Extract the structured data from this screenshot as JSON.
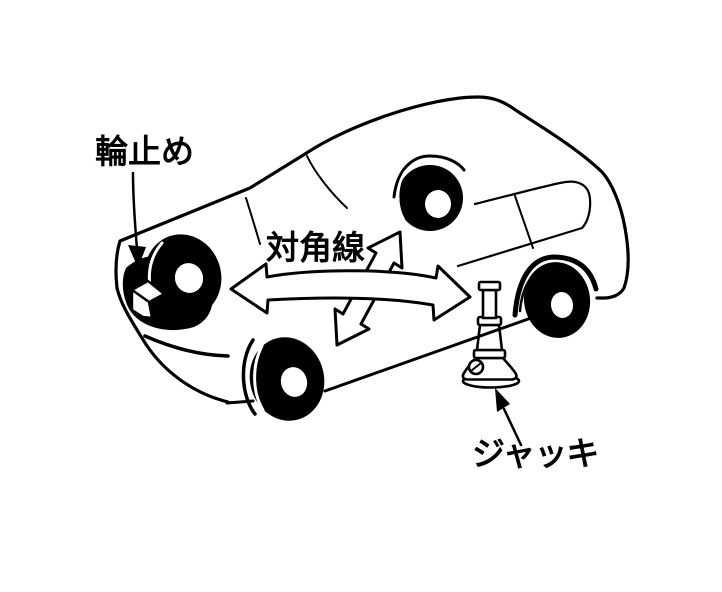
{
  "page": {
    "background_color": "#ffffff",
    "ink_color": "#000000"
  },
  "illustration": {
    "subject": "minivan-jacking-diagram",
    "labels": {
      "wheel_chock": "輪止め",
      "diagonal_line": "対角線",
      "jack": "ジャッキ"
    }
  }
}
